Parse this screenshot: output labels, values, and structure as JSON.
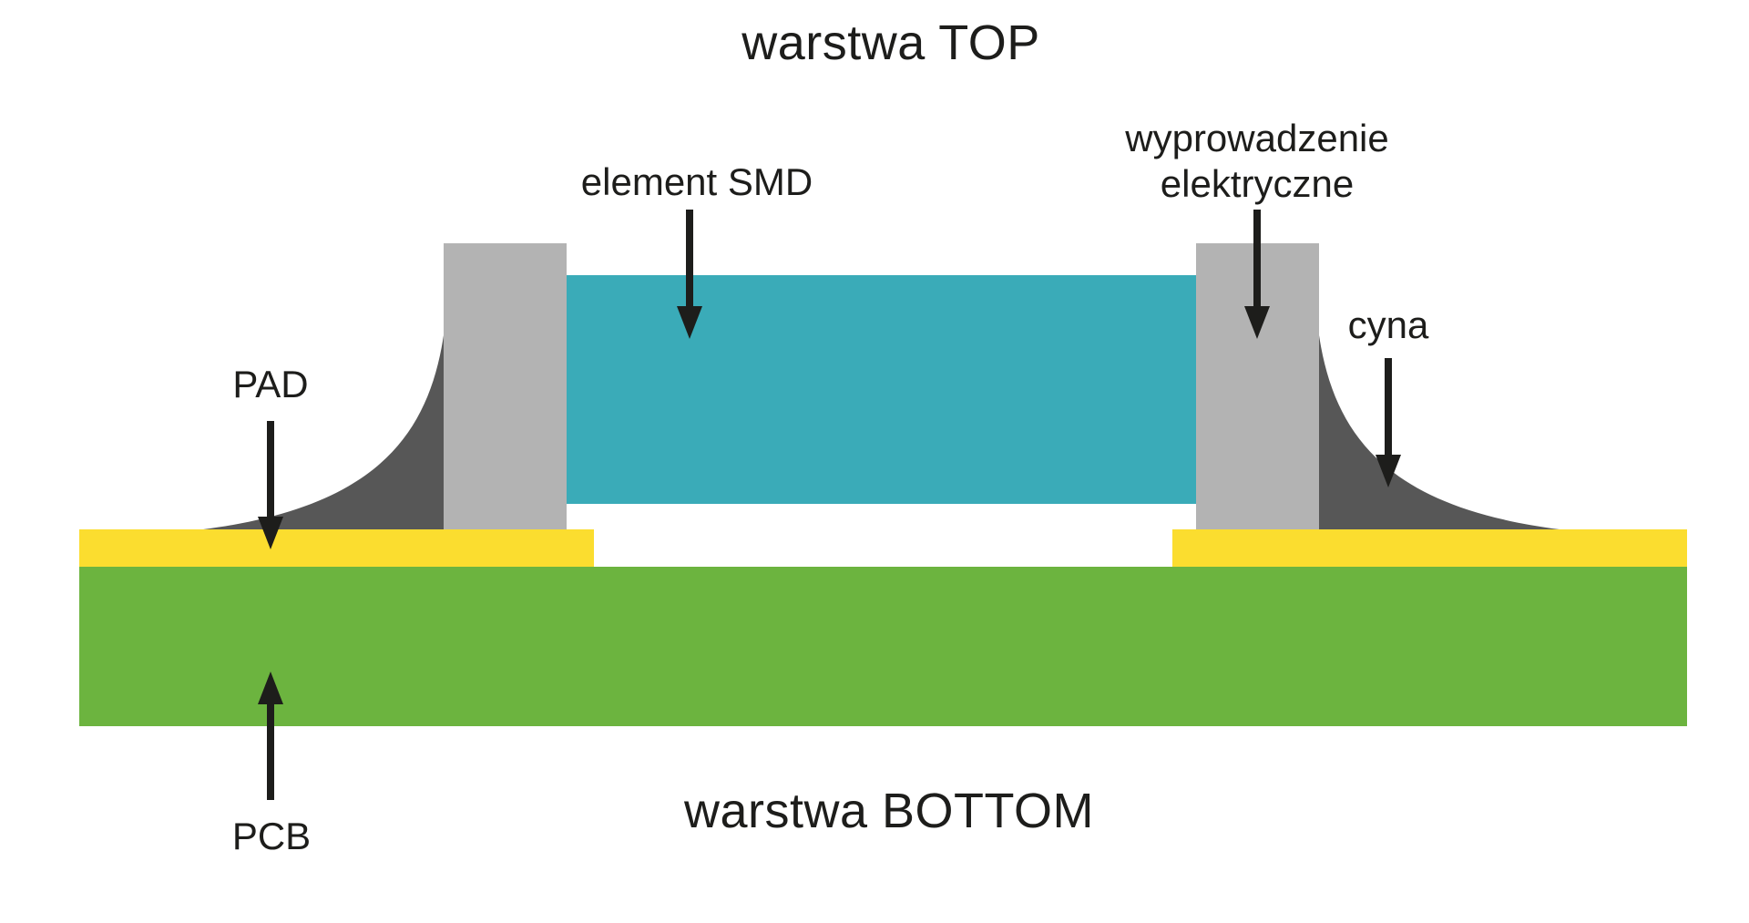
{
  "diagram": {
    "background": "#ffffff",
    "title_top": "warstwa TOP",
    "title_bottom": "warstwa BOTTOM",
    "labels": {
      "element_smd": "element SMD",
      "lead_line1": "wyprowadzenie",
      "lead_line2": "elektryczne",
      "solder": "cyna",
      "pad": "PAD",
      "pcb": "PCB"
    },
    "colors": {
      "pcb_green": "#6cb43f",
      "pad_yellow": "#fbdd2f",
      "lead_gray": "#b3b3b3",
      "solder_gray": "#575757",
      "smd_teal": "#3aabb8",
      "ink": "#1d1d1b"
    }
  }
}
